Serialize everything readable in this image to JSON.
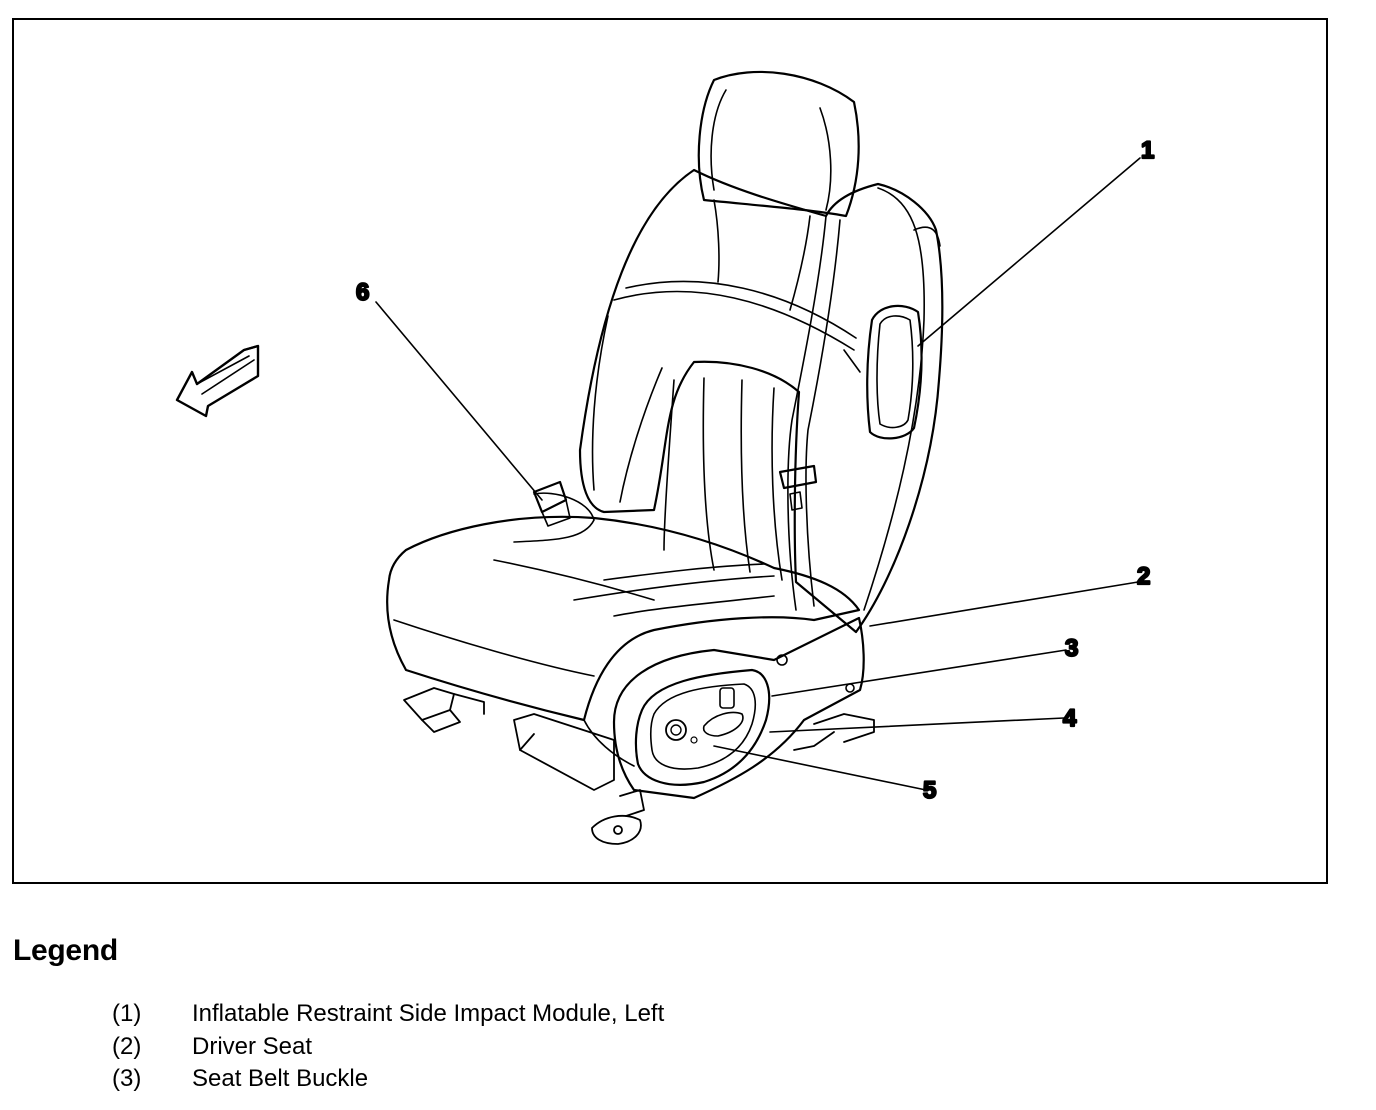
{
  "callouts": [
    "1",
    "2",
    "3",
    "4",
    "5",
    "6"
  ],
  "legend": {
    "title": "Legend",
    "items": [
      {
        "number": "(1)",
        "label": "Inflatable Restraint Side Impact Module, Left"
      },
      {
        "number": "(2)",
        "label": "Driver Seat"
      },
      {
        "number": "(3)",
        "label": "Seat Belt Buckle"
      }
    ]
  },
  "colors": {
    "line": "#000000",
    "background": "#ffffff"
  }
}
